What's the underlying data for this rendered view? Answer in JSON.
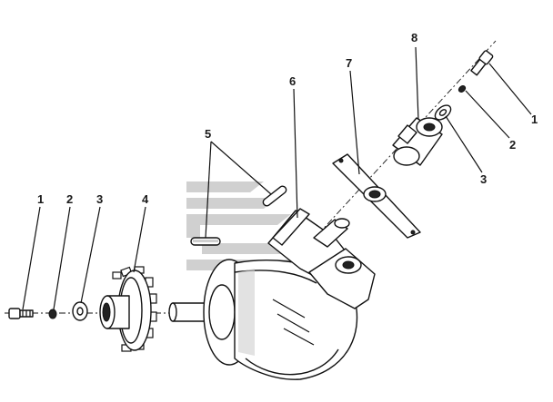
{
  "figure": {
    "callouts": [
      {
        "id": "c-left-1",
        "text": "1"
      },
      {
        "id": "c-left-2",
        "text": "2"
      },
      {
        "id": "c-left-3",
        "text": "3"
      },
      {
        "id": "c-left-4",
        "text": "4"
      },
      {
        "id": "c-5",
        "text": "5"
      },
      {
        "id": "c-6",
        "text": "6"
      },
      {
        "id": "c-7",
        "text": "7"
      },
      {
        "id": "c-8",
        "text": "8"
      },
      {
        "id": "c-right-1",
        "text": "1"
      },
      {
        "id": "c-right-2",
        "text": "2"
      },
      {
        "id": "c-right-3",
        "text": "3"
      }
    ]
  },
  "colors": {
    "line": "#111111",
    "watermark": "#c8c8c8",
    "background": "#ffffff"
  }
}
